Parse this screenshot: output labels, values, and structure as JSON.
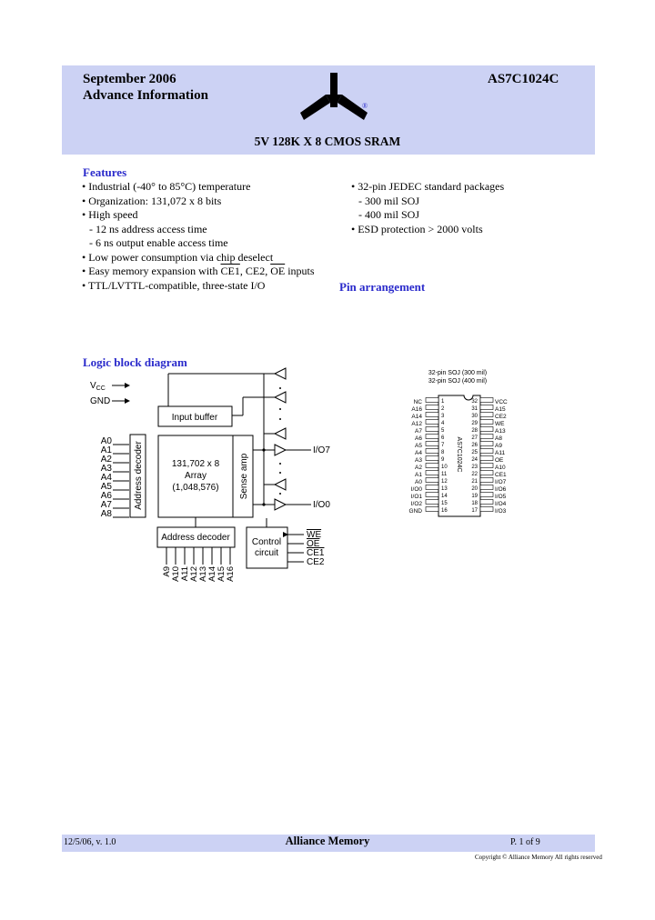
{
  "header": {
    "date": "September 2006",
    "status": "Advance Information",
    "part_number": "AS7C1024C",
    "subtitle": "5V 128K X 8 CMOS SRAM",
    "logo_icon": "alliance-memory-logo-icon",
    "logo_mark": "®"
  },
  "features": {
    "title": "Features",
    "left": [
      {
        "text": "• Industrial (-40° to 85°C) temperature"
      },
      {
        "text": "• Organization: 131,072 x 8 bits"
      },
      {
        "text": "• High speed"
      },
      {
        "text": "- 12 ns address access time"
      },
      {
        "text": "- 6 ns output enable access time"
      },
      {
        "text": "• Low power consumption via chip deselect"
      },
      {
        "text_a": "• Easy memory expansion with ",
        "ov1": "CE1",
        "mid1": ", CE2, ",
        "ov2": "OE",
        "text_b": " inputs"
      },
      {
        "text": "• TTL/LVTTL-compatible, three-state I/O"
      }
    ],
    "right": [
      {
        "text": "• 32-pin JEDEC standard packages"
      },
      {
        "text": "- 300 mil SOJ"
      },
      {
        "text": "- 400 mil SOJ"
      },
      {
        "text": "• ESD protection > 2000 volts"
      }
    ]
  },
  "pin_arrangement": {
    "title": "Pin arrangement",
    "package_line1": "32-pin SOJ (300 mil)",
    "package_line2": "32-pin SOJ (400 mil)",
    "chip_label": "AS7C1024C",
    "left_pins": [
      "NC",
      "A16",
      "A14",
      "A12",
      "A7",
      "A6",
      "A5",
      "A4",
      "A3",
      "A2",
      "A1",
      "A0",
      "I/O0",
      "I/O1",
      "I/O2",
      "GND"
    ],
    "right_pins": [
      "VCC",
      "A15",
      "CE2",
      "WE",
      "A13",
      "A8",
      "A9",
      "A11",
      "OE",
      "A10",
      "CE1",
      "I/O7",
      "I/O6",
      "I/O5",
      "I/O4",
      "I/O3"
    ],
    "left_nums": [
      "1",
      "2",
      "3",
      "4",
      "5",
      "6",
      "7",
      "8",
      "9",
      "10",
      "11",
      "12",
      "13",
      "14",
      "15",
      "16"
    ],
    "right_nums": [
      "32",
      "31",
      "30",
      "29",
      "28",
      "27",
      "26",
      "25",
      "24",
      "23",
      "22",
      "21",
      "20",
      "19",
      "18",
      "17"
    ]
  },
  "logic_block": {
    "title": "Logic block diagram",
    "vcc": "V",
    "vcc_sub": "CC",
    "gnd": "GND",
    "input_buffer": "Input buffer",
    "array_line1": "131,702 x 8",
    "array_line2": "Array",
    "array_line3": "(1,048,576)",
    "row_decoder": "Address decoder",
    "sense_amp": "Sense amp",
    "col_decoder": "Address decoder",
    "control_line1": "Control",
    "control_line2": "circuit",
    "io7": "I/O7",
    "io0": "I/O0",
    "row_addresses": [
      "A0",
      "A1",
      "A2",
      "A3",
      "A4",
      "A5",
      "A6",
      "A7",
      "A8"
    ],
    "col_addresses": [
      "A9",
      "A10",
      "A11",
      "A12",
      "A13",
      "A14",
      "A15",
      "A16"
    ],
    "controls": [
      "WE",
      "OE",
      "CE1",
      "CE2"
    ]
  },
  "footer": {
    "date_version": "12/5/06, v. 1.0",
    "company": "Alliance Memory",
    "page": "P. 1 of 9",
    "copyright": "Copyright © Alliance Memory All rights reserved"
  }
}
